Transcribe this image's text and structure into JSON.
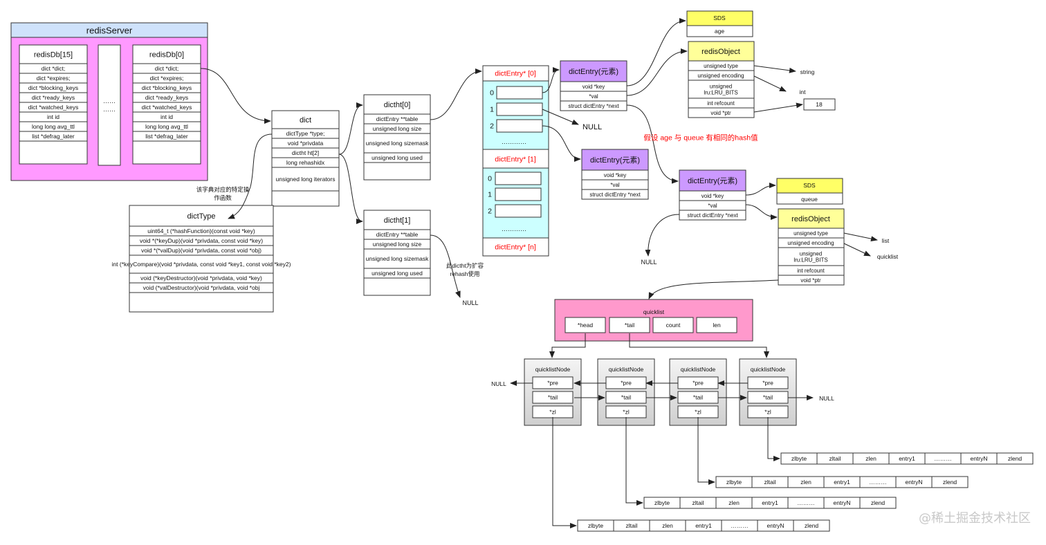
{
  "colors": {
    "server_header": "#cfe2fb",
    "server_body": "#ff99ff",
    "bucket_bg": "#ccffff",
    "entry_header": "#cc99ff",
    "sds_header": "#ffff66",
    "robj_header": "#ffff99",
    "quicklist_bg": "#ff99cc",
    "node_gray": "#e0e0e0",
    "accent_red": "#ff0000"
  },
  "redis_server": {
    "title": "redisServer",
    "db_high": "redisDb[15]",
    "db_low": "redisDb[0]",
    "fields": [
      "dict *dict;",
      "dict *expires;",
      "dict *blocking_keys",
      "dict *ready_keys",
      "dict *watched_keys",
      "int id",
      "long long avg_ttl",
      "list *defrag_later"
    ],
    "ellipsis": "……"
  },
  "dict": {
    "title": "dict",
    "fields": [
      "dictType *type;",
      "void *privdata",
      "dictht ht[2]",
      "long rehashidx",
      "unsigned long iterators"
    ]
  },
  "dict_type": {
    "title": "dictType",
    "note": "该字典对应的特定操作函数",
    "fields": [
      "uint64_t (*hashFunction)(const void *key)",
      "void *(*keyDup)(void *privdata, const void *key)",
      "void *(*valDup)(void *privdata, const void *obj)",
      "int (*keyCompare)(void *privdata, const void *key1, const void *key2)",
      "void (*keyDestructor)(void *privdata, void *key)",
      "void (*valDestructor)(void *privdata, void *obj"
    ]
  },
  "dictht0": {
    "title": "dictht[0]",
    "fields": [
      "dictEntry **table",
      "unsigned long size",
      "unsigned long sizemask",
      "unsigned long used"
    ]
  },
  "dictht1": {
    "title": "dictht[1]",
    "fields": [
      "dictEntry **table",
      "unsigned long size",
      "unsigned long sizemask",
      "unsigned long used"
    ],
    "note": "此dictht为扩容rehash使用"
  },
  "buckets": {
    "header0": "dictEntry* [0]",
    "header1": "dictEntry* [1]",
    "headern": "dictEntry* [n]",
    "indices": [
      "0",
      "1",
      "2"
    ],
    "dots": "…………"
  },
  "entry_title": "dictEntry(元素)",
  "entry_fields": [
    "void *key",
    "*val",
    "struct dictEntry *next"
  ],
  "null_label": "NULL",
  "hash_note": "假设 age 与 queue 有相同的hash值",
  "sds_top": {
    "title": "SDS",
    "value": "age"
  },
  "sds_bottom": {
    "title": "SDS",
    "value": "queue"
  },
  "robj": {
    "title": "redisObject",
    "fields": [
      "unsigned type",
      "unsigned encoding",
      "unsigned lru:LRU_BITS",
      "int refcount",
      "void *ptr"
    ]
  },
  "robj_top_targets": {
    "type": "string",
    "encoding": "int",
    "ptr": "18"
  },
  "robj_bottom_targets": {
    "type": "list",
    "encoding": "quicklist"
  },
  "quicklist": {
    "title": "quicklist",
    "fields": [
      "*head",
      "*tail",
      "count",
      "len"
    ]
  },
  "quicklist_node": {
    "title": "quicklistNode",
    "fields": [
      "*pre",
      "*tail",
      "*zl"
    ]
  },
  "ziplist_fields": [
    "zlbyte",
    "zltail",
    "zlen",
    "entry1",
    "………",
    "entryN",
    "zlend"
  ],
  "watermark": "@稀土掘金技术社区"
}
